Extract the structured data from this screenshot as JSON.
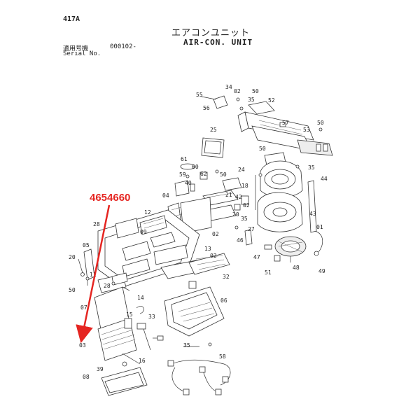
{
  "header": {
    "model": "417A",
    "title_jp": "エアコンユニット",
    "title_en": "AIR-CON. UNIT",
    "serial_label_jp": "適用号機",
    "serial_value": "000102-",
    "serial_label_en": "Serial No."
  },
  "callout": {
    "part_number": "4654660",
    "color": "#e52521"
  },
  "part_labels": {
    "p34": "34",
    "p55": "55",
    "p02a": "02",
    "p50a": "50",
    "p52": "52",
    "p35a": "35",
    "p56": "56",
    "p25": "25",
    "p57": "57",
    "p53": "53",
    "p50b": "50",
    "p50c": "50",
    "p35b": "35",
    "p61": "61",
    "p60": "60",
    "p62": "62",
    "p59": "59",
    "p40": "40",
    "p50d": "50",
    "p24": "24",
    "p18": "18",
    "p04": "04",
    "p21": "21",
    "p42": "42",
    "p02b": "02",
    "p44": "44",
    "p12": "12",
    "p20a": "20",
    "p43": "43",
    "p35c": "35",
    "p28a": "28",
    "p09": "09",
    "p02c": "02",
    "p27": "27",
    "p01": "01",
    "p05": "05",
    "p13": "13",
    "p46": "46",
    "p02d": "02",
    "p20b": "20",
    "p47": "47",
    "p48": "48",
    "p49": "49",
    "p51": "51",
    "p11": "11",
    "p32": "32",
    "p50e": "50",
    "p28b": "28",
    "p07": "07",
    "p14": "14",
    "p06": "06",
    "p15": "15",
    "p33": "33",
    "p03": "03",
    "p16": "16",
    "p35d": "35",
    "p39": "39",
    "p58": "58",
    "p08": "08"
  }
}
